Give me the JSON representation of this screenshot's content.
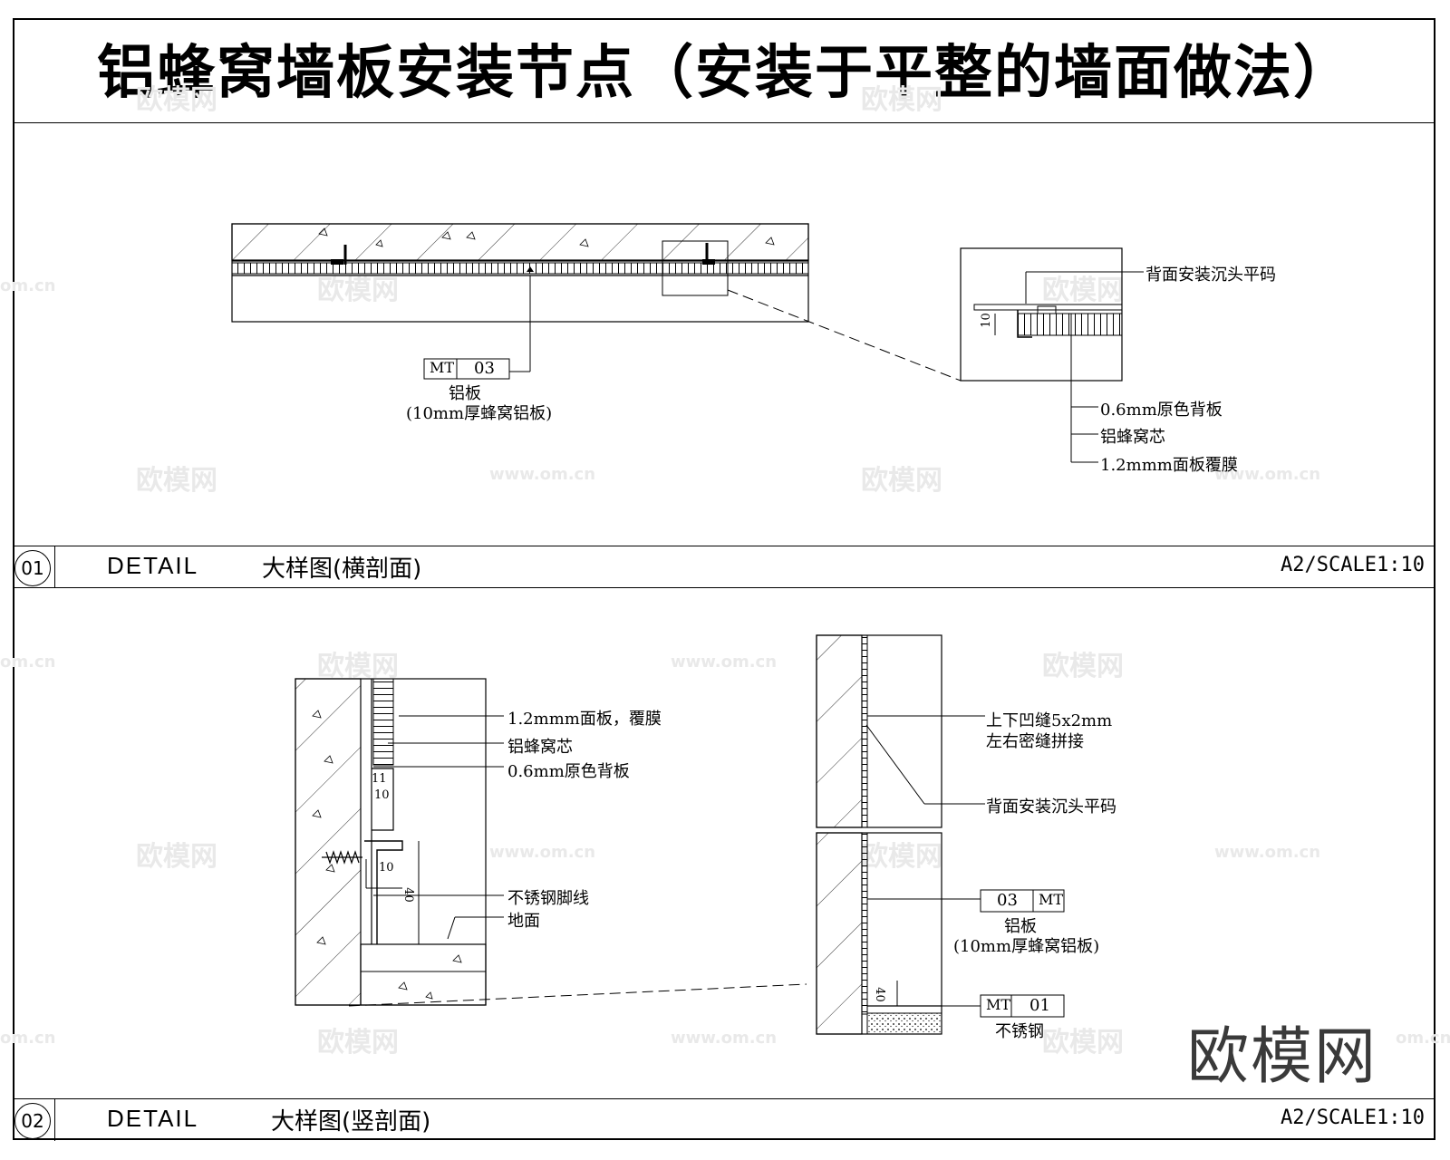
{
  "title": "铝蜂窝墙板安装节点（安装于平整的墙面做法）",
  "detail1": {
    "number": "01",
    "detail_label": "DETAIL",
    "caption": "大样图(横剖面)",
    "scale": "A2/SCALE1:10",
    "tag": {
      "code": "MT",
      "number": "03",
      "name": "铝板",
      "spec": "(10mm厚蜂窝铝板)"
    },
    "callouts": {
      "screw": "背面安装沉头平码",
      "back_plate": "0.6mm原色背板",
      "core": "铝蜂窝芯",
      "face_plate": "1.2mmm面板覆膜"
    },
    "dim_10": "10"
  },
  "detail2": {
    "number": "02",
    "detail_label": "DETAIL",
    "caption": "大样图(竖剖面)",
    "scale": "A2/SCALE1:10",
    "left_callouts": {
      "face_plate": "1.2mmm面板，覆膜",
      "core": "铝蜂窝芯",
      "back_plate": "0.6mm原色背板",
      "skirting": "不锈钢脚线",
      "floor": "地面"
    },
    "dims": {
      "d11": "11",
      "d10a": "10",
      "d10b": "10",
      "d40": "40"
    },
    "right_callouts": {
      "joint_1": "上下凹缝5x2mm",
      "joint_2": "左右密缝拼接",
      "screw": "背面安装沉头平码"
    },
    "tag_panel": {
      "number": "03",
      "code": "MT",
      "name": "铝板",
      "spec": "(10mm厚蜂窝铝板)"
    },
    "tag_steel": {
      "code": "MT",
      "number": "01",
      "name": "不锈钢"
    },
    "dim_40": "40"
  },
  "watermark": {
    "brand": "欧模网",
    "url": "www.om.cn",
    "url_short": "om.cn"
  }
}
